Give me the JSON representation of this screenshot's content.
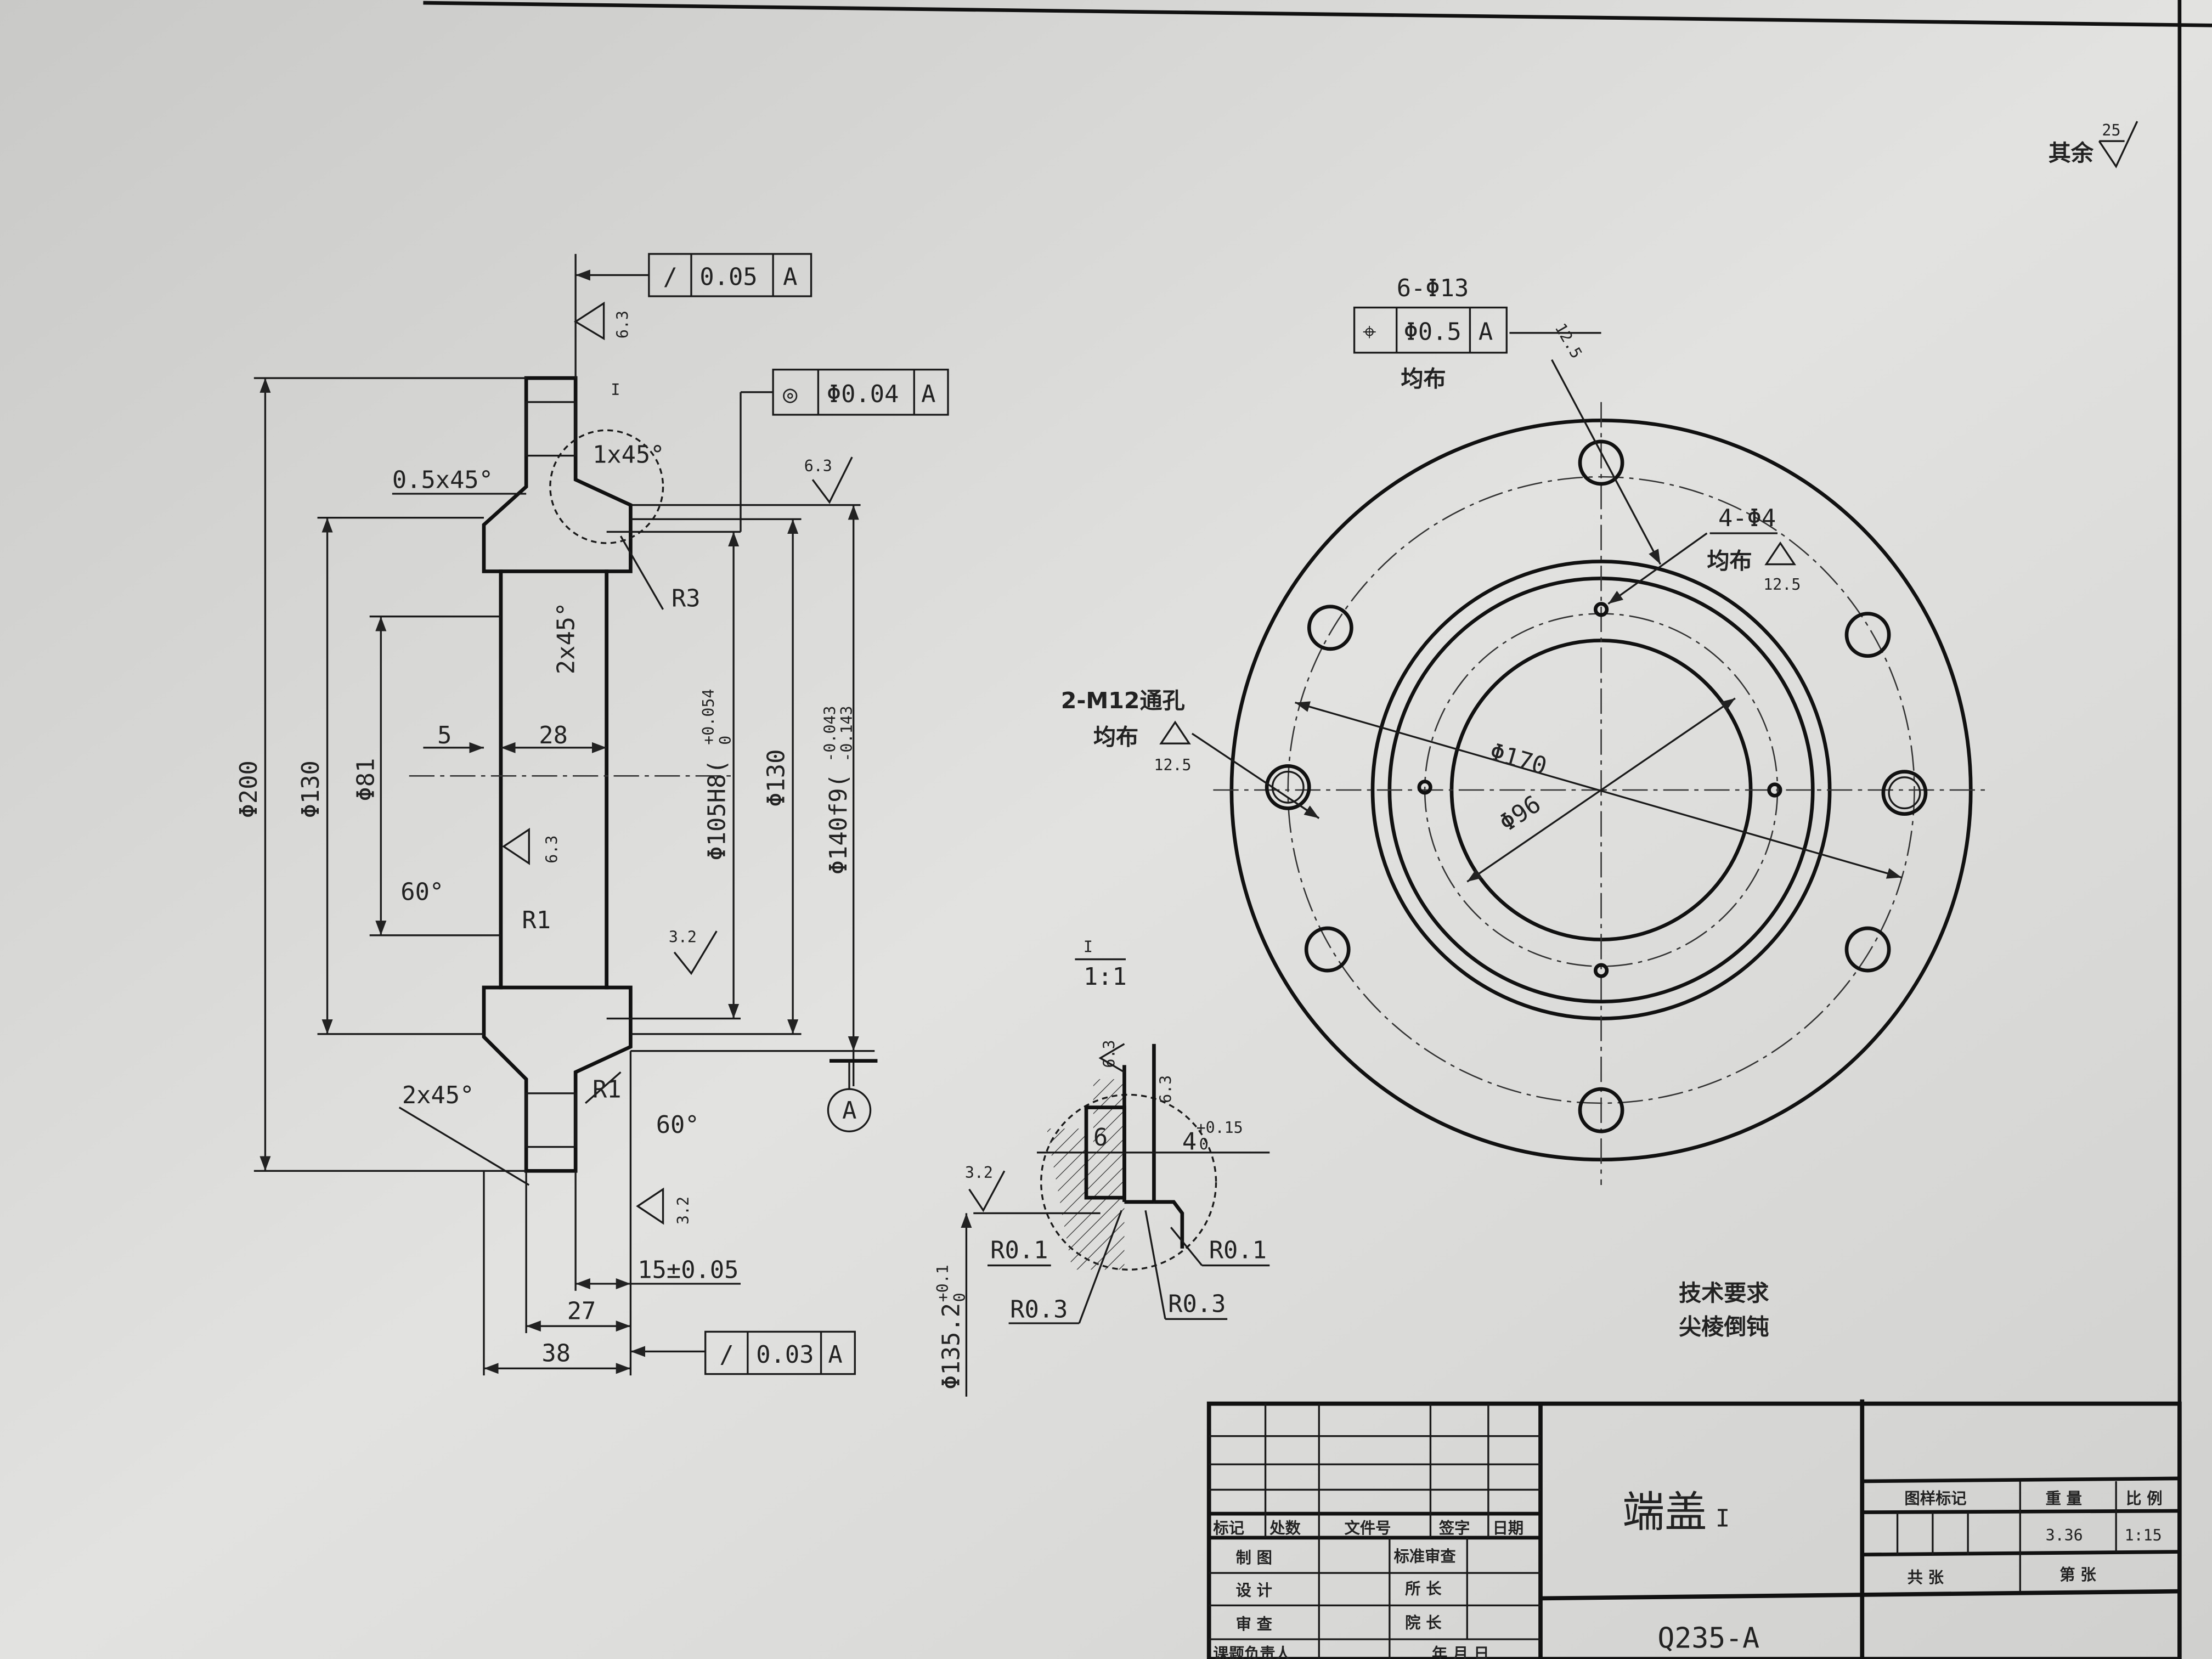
{
  "notes": {
    "other_roughness_label": "其余",
    "other_roughness_value": "25",
    "tech_req_title": "技术要求",
    "tech_req_item": "尖棱倒钝"
  },
  "section_view": {
    "gdt_top": {
      "symbol": "/",
      "value": "0.05",
      "datum": "A"
    },
    "gdt_concentric": {
      "symbol": "◎",
      "value": "Φ0.04",
      "datum": "A"
    },
    "gdt_bottom": {
      "symbol": "/",
      "value": "0.03",
      "datum": "A"
    },
    "roughness": [
      "6.3",
      "6.3",
      "6.3",
      "3.2",
      "3.2"
    ],
    "detail_mark": "I",
    "chamfer_1x45": "1x45°",
    "chamfer_05x45": "0.5x45°",
    "chamfer_2x45_inner": "2x45°",
    "chamfer_2x45_bottom": "2x45°",
    "r3": "R3",
    "r1_a": "R1",
    "r1_b": "R1",
    "angle_60_a": "60°",
    "angle_60_b": "60°",
    "dim_5": "5",
    "dim_28": "28",
    "dia_200": "Φ200",
    "dia_130_left": "Φ130",
    "dia_81": "Φ81",
    "dia_105": "Φ105H8(",
    "dia_105_tol_upper": "+0.054",
    "dia_105_tol_lower": "0",
    "dia_130_right": "Φ130",
    "dia_140": "Φ140f9(",
    "dia_140_tol_upper": "-0.043",
    "dia_140_tol_lower": "-0.143",
    "dim_15": "15±0.05",
    "dim_27": "27",
    "dim_38": "38",
    "datum": "A"
  },
  "detail_view": {
    "label": "I",
    "scale": "1:1",
    "roughness_a": "6.3",
    "roughness_b": "6.3",
    "roughness_c": "3.2",
    "dim_6": "6",
    "dim_4": "4",
    "dim_4_tol_upper": "+0.15",
    "dim_4_tol_lower": "0",
    "r01_left": "R0.1",
    "r01_right": "R0.1",
    "r03_left": "R0.3",
    "r03_right": "R0.3",
    "dia_1352": "Φ135.2",
    "dia_1352_tol_upper": "+0.1",
    "dia_1352_tol_lower": "0"
  },
  "front_view": {
    "holes_label": "6-Φ13",
    "gdt_position": {
      "symbol": "⌖",
      "value": "Φ0.5",
      "datum": "A"
    },
    "holes_even": "均布",
    "holes_roughness": "12.5",
    "small_holes_label": "4-Φ4",
    "small_holes_even": "均布",
    "small_holes_roughness": "12.5",
    "tapped_label": "2-M12通孔",
    "tapped_even": "均布",
    "tapped_roughness": "12.5",
    "dia_170": "Φ170",
    "dia_96": "Φ96"
  },
  "title_block": {
    "part_name": "端盖",
    "part_suffix": "I",
    "material": "Q235-A",
    "headers": [
      "标记",
      "处数",
      "文件号",
      "签字",
      "日期"
    ],
    "drawn": "制 图",
    "standard_review": "标准审查",
    "design": "设 计",
    "director": "所 长",
    "review": "审 查",
    "dean": "院 长",
    "project_lead": "课题负责人",
    "date": "年 月 日",
    "drawing_mark": "图样标记",
    "weight_label": "重 量",
    "scale_label": "比 例",
    "weight": "3.36",
    "scale": "1:15",
    "total_sheets": "共 张",
    "sheet_no": "第 张"
  }
}
